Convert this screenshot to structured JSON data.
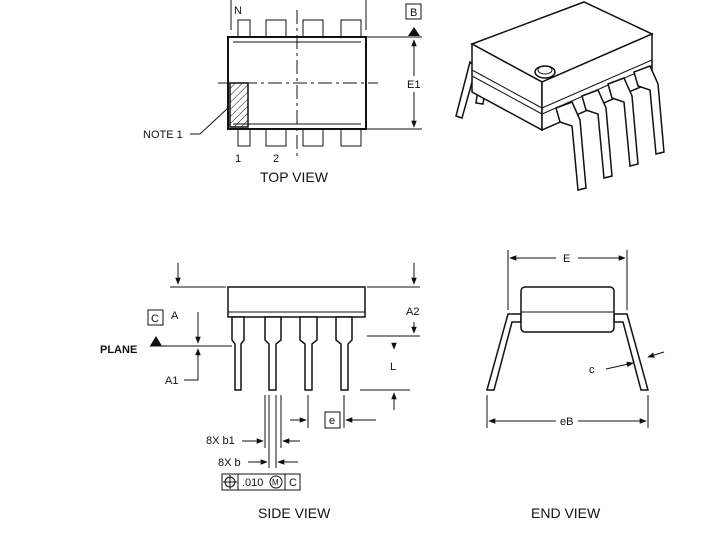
{
  "top_view": {
    "title": "TOP VIEW",
    "pin_n_label": "N",
    "pin_1_label": "1",
    "pin_2_label": "2",
    "note_label": "NOTE 1",
    "datum_b": "B",
    "dim_e1": "E1"
  },
  "side_view": {
    "title": "SIDE VIEW",
    "datum_c": "C",
    "dim_a": "A",
    "dim_a1": "A1",
    "dim_a2": "A2",
    "dim_l": "L",
    "plane_label": "PLANE",
    "dim_e": "e",
    "dim_b1": "8X b1",
    "dim_b": "8X b",
    "tolerance_value": ".010",
    "tolerance_modifier": "M",
    "tolerance_datum": "C"
  },
  "end_view": {
    "title": "END VIEW",
    "dim_e": "E",
    "dim_eb": "eB",
    "dim_c": "c"
  }
}
